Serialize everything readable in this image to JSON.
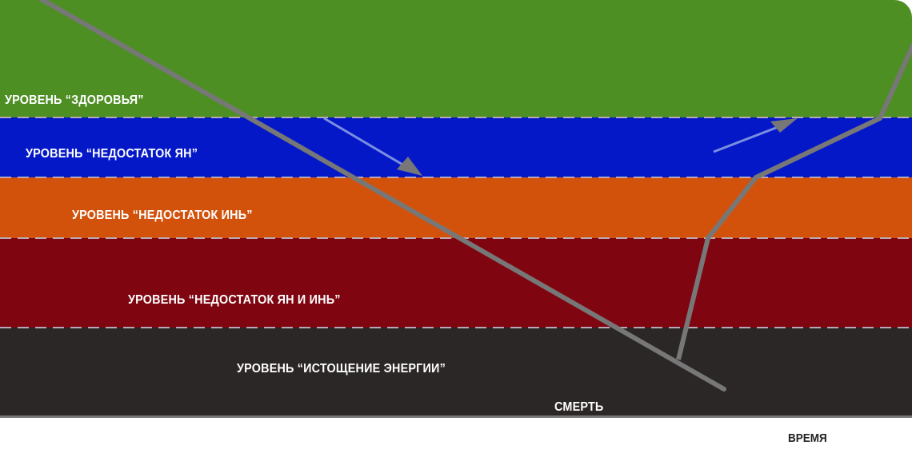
{
  "levels": [
    {
      "label": "УРОВЕНЬ “ЗДОРОВЬЯ”",
      "color": "#4e8f24"
    },
    {
      "label": "УРОВЕНЬ “НЕДОСТАТОК ЯН”",
      "color": "#0418c8"
    },
    {
      "label": "УРОВЕНЬ “НЕДОСТАТОК ИНЬ”",
      "color": "#d2520c"
    },
    {
      "label": "УРОВЕНЬ “НЕДОСТАТОК ЯН И ИНЬ”",
      "color": "#7f0611"
    },
    {
      "label": "УРОВЕНЬ “ИСТОЩЕНИЕ ЭНЕРГИИ”",
      "color": "#2b2726"
    }
  ],
  "death_label": "СМЕРТЬ",
  "time_axis_label": "ВРЕМЯ"
}
